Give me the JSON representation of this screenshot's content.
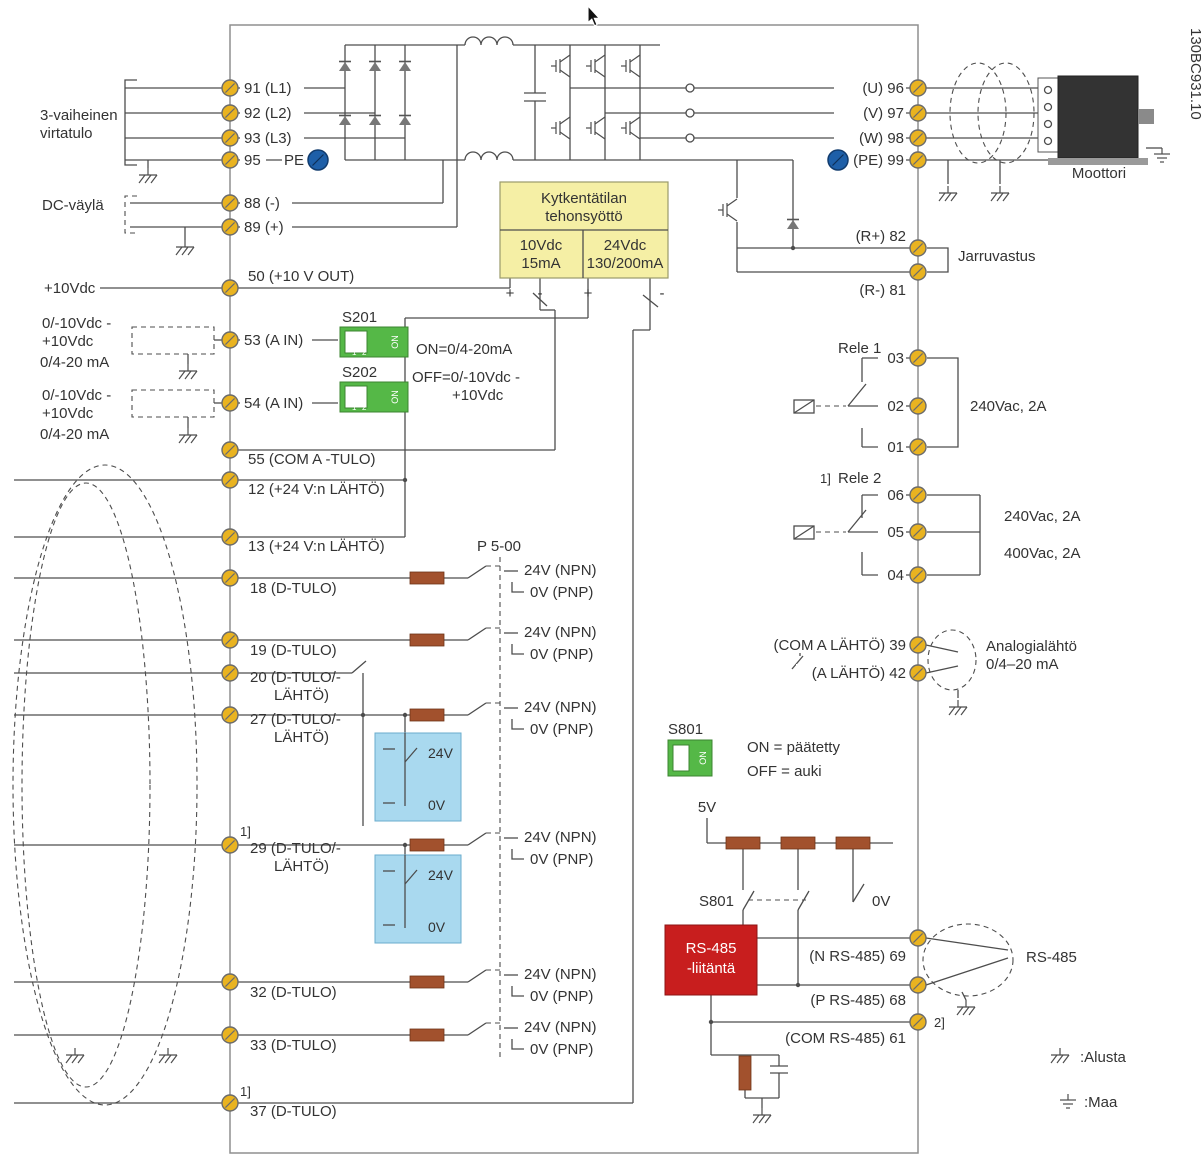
{
  "doc_code": "130BC931.10",
  "colors": {
    "terminal_yellow": "#E9B320",
    "pe_blue": "#1E5FA8",
    "smps_yellow": "#F5EFA5",
    "dip_green": "#55B847",
    "io_blue": "#A9D9EF",
    "resistor_brown": "#A2512D",
    "rs485_red": "#C81E1E"
  },
  "source": {
    "power_input_line1": "3-vaiheinen",
    "power_input_line2": "virtatulo",
    "dc_bus": "DC-väylä",
    "plus_10vdc": "+10Vdc",
    "analog_in_1": [
      "0/-10Vdc -",
      "+10Vdc",
      "0/4-20 mA"
    ],
    "analog_in_2": [
      "0/-10Vdc -",
      "+10Vdc",
      "0/4-20 mA"
    ]
  },
  "terminals": {
    "t91": "91 (L1)",
    "t92": "92 (L2)",
    "t93": "93 (L3)",
    "t95": "95",
    "pe_left": "PE",
    "t88": "88 (-)",
    "t89": "89 (+)",
    "t50": "50 (+10 V OUT)",
    "t53": "53 (A IN)",
    "t54": "54 (A IN)",
    "t55": "55 (COM A -TULO)",
    "t12": "12 (+24 V:n LÄHTÖ)",
    "t13": "13 (+24 V:n LÄHTÖ)",
    "t18": "18 (D-TULO)",
    "t19": "19 (D-TULO)",
    "t20_line1": "20 (D-TULO/-",
    "t20_line2": "LÄHTÖ)",
    "t27_line1": "27 (D-TULO/-",
    "t27_line2": "LÄHTÖ)",
    "t29_note": "1]",
    "t29_line1": "29 (D-TULO/-",
    "t29_line2": "LÄHTÖ)",
    "t32": "32 (D-TULO)",
    "t33": "33 (D-TULO)",
    "t37_note": "1]",
    "t37": "37 (D-TULO)"
  },
  "smps": {
    "title_line1": "Kytkentätilan",
    "title_line2": "tehonsyöttö",
    "col1_v": "10Vdc",
    "col1_a": "15mA",
    "col2_v": "24Vdc",
    "col2_a": "130/200mA",
    "plus": "+",
    "minus": "-"
  },
  "dip": {
    "s201": "S201",
    "s202": "S202",
    "on": "ON",
    "num1": "1",
    "num2": "2",
    "note_line1": "ON=0/4-20mA",
    "note_line2": "OFF=0/-10Vdc -",
    "note_line3": "+10Vdc"
  },
  "digital": {
    "param": "P 5-00",
    "npn": "24V (NPN)",
    "pnp": "0V (PNP)",
    "box_24v": "24V",
    "box_0v": "0V"
  },
  "s801": {
    "label": "S801",
    "on_note": "ON = päätetty",
    "off_note": "OFF = auki",
    "v5": "5V",
    "label2": "S801",
    "v0": "0V"
  },
  "rs485": {
    "box_line1": "RS-485",
    "box_line2": "-liitäntä",
    "n": "(N RS-485) 69",
    "p": "(P RS-485) 68",
    "com": "(COM RS-485) 61",
    "note": "2]",
    "cable": "RS-485"
  },
  "output": {
    "u": "(U) 96",
    "v": "(V) 97",
    "w": "(W) 98",
    "pe": "(PE) 99",
    "motor": "Moottori"
  },
  "brake": {
    "r_plus": "(R+) 82",
    "r_minus": "(R-) 81",
    "label": "Jarruvastus"
  },
  "relay1": {
    "name": "Rele 1",
    "c3": "03",
    "c2": "02",
    "c1": "01",
    "rating": "240Vac, 2A"
  },
  "relay2": {
    "note": "1]",
    "name": "Rele 2",
    "c6": "06",
    "c5": "05",
    "c4": "04",
    "rating1": "240Vac, 2A",
    "rating2": "400Vac, 2A"
  },
  "analog_out": {
    "com": "(COM A LÄHTÖ) 39",
    "out": "(A LÄHTÖ) 42",
    "name_line1": "Analogialähtö",
    "name_line2": "0/4–20 mA"
  },
  "legend": {
    "chassis": ":Alusta",
    "earth": ":Maa"
  }
}
